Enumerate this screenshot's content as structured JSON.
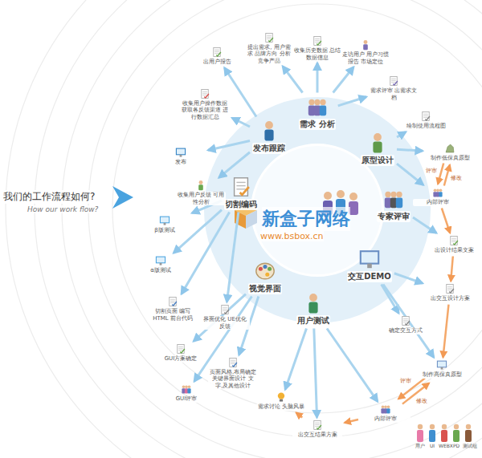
{
  "diagram": {
    "title": "我们的工作流程如何?",
    "nodes": [
      {
        "text": [
          "需求 分析"
        ]
      },
      {
        "text": [
          "原型设计"
        ]
      },
      {
        "text": [
          "专家评审"
        ]
      },
      {
        "text": [
          "交互DEMO"
        ]
      },
      {
        "text": [
          "用户测试"
        ]
      },
      {
        "text": [
          "视觉界面"
        ]
      },
      {
        "text": [
          "切割编码"
        ]
      },
      {
        "text": [
          "发布跟踪"
        ]
      },
      {
        "text": [
          "提出需求, 用户需求 品牌方向 分析竞争产品"
        ]
      },
      {
        "text": [
          "收集历史数据 总结数据信息"
        ]
      },
      {
        "text": [
          "走访用户 用户习惯报告 市场定位"
        ]
      },
      {
        "text": [
          "需求评审 出需求文档"
        ]
      },
      {
        "text": [
          "绘制使用流程图"
        ]
      },
      {
        "text": [
          "制作低保真原型"
        ]
      },
      {
        "text": [
          "内部评审"
        ]
      },
      {
        "text": [
          "出设计结果文案"
        ]
      },
      {
        "text": [
          "确定交互方式"
        ]
      },
      {
        "text": [
          "出交互设计方案"
        ]
      },
      {
        "text": [
          "制作高保真原型"
        ]
      },
      {
        "text": [
          "内部评审"
        ]
      },
      {
        "text": [
          "出交互结果方案"
        ]
      },
      {
        "text": [
          "需求讨论 头脑风暴"
        ]
      },
      {
        "text": [
          "页面风格,布局确定 关键界面设计 文字,及其他设计"
        ]
      },
      {
        "text": [
          "GUI评审"
        ]
      },
      {
        "text": [
          "GUI方案确定"
        ]
      },
      {
        "text": [
          "界面优化 UE优化反馈"
        ]
      },
      {
        "text": [
          "切割页面 编写HTML 前台代码"
        ]
      },
      {
        "text": [
          "α版测试"
        ]
      },
      {
        "text": [
          "β版测试"
        ]
      },
      {
        "text": [
          "收集用户反馈 可用性分析"
        ]
      },
      {
        "text": [
          "发布"
        ]
      },
      {
        "text": [
          "收集用户操作数据 获取各反馈渠道 进行数据汇总"
        ]
      },
      {
        "text": [
          "出用户报告"
        ]
      }
    ],
    "edges": [
      {
        "from": 0,
        "to": 8,
        "arrow": "to"
      },
      {
        "from": 0,
        "to": 9,
        "arrow": "to"
      },
      {
        "from": 0,
        "to": 10,
        "arrow": "to"
      },
      {
        "from": 0,
        "to": 11,
        "arrow": "to"
      },
      {
        "from": 1,
        "to": 12,
        "arrow": "to"
      },
      {
        "from": 1,
        "to": 13,
        "arrow": "to"
      },
      {
        "from": 1,
        "to": 14,
        "arrow": "to"
      },
      {
        "from": 2,
        "to": 15,
        "arrow": "to"
      },
      {
        "from": 3,
        "to": 16,
        "arrow": "to"
      },
      {
        "from": 3,
        "to": 17,
        "arrow": "to"
      },
      {
        "from": 3,
        "to": 18,
        "arrow": "to"
      },
      {
        "from": 4,
        "to": 19,
        "arrow": "to"
      },
      {
        "from": 4,
        "to": 20,
        "arrow": "to"
      },
      {
        "from": 4,
        "to": 21,
        "arrow": "to"
      },
      {
        "from": 5,
        "to": 22,
        "arrow": "to"
      },
      {
        "from": 5,
        "to": 23,
        "arrow": "to"
      },
      {
        "from": 5,
        "to": 24,
        "arrow": "to"
      },
      {
        "from": 6,
        "to": 25,
        "arrow": "to"
      },
      {
        "from": 6,
        "to": 26,
        "arrow": "to"
      },
      {
        "from": 6,
        "to": 27,
        "arrow": "to"
      },
      {
        "from": 6,
        "to": 28,
        "arrow": "to"
      },
      {
        "from": 7,
        "to": 29,
        "arrow": "to"
      },
      {
        "from": 7,
        "to": 30,
        "arrow": "to"
      },
      {
        "from": 7,
        "to": 31,
        "arrow": "to"
      },
      {
        "from": 7,
        "to": 32,
        "arrow": "to"
      },
      {
        "from": 13,
        "to": 14,
        "label": "评审",
        "arrow": "to"
      },
      {
        "from": 14,
        "to": 13,
        "label": "修改",
        "arrow": "to"
      },
      {
        "from": 14,
        "to": 15,
        "arrow": "to"
      },
      {
        "from": 15,
        "to": 17,
        "arrow": "to"
      },
      {
        "from": 17,
        "to": 18,
        "arrow": "to"
      },
      {
        "from": 18,
        "to": 19,
        "label": "评审",
        "arrow": "to"
      },
      {
        "from": 19,
        "to": 18,
        "label": "修改",
        "arrow": "to"
      },
      {
        "from": 19,
        "to": 20,
        "arrow": "to"
      },
      {
        "from": 20,
        "to": 21,
        "arrow": "to"
      }
    ],
    "labels": [
      "How our work flow?",
      "新盒子网络",
      "www.bsbox.cn"
    ],
    "legend": [
      {
        "text": "用户"
      },
      {
        "text": "UI"
      },
      {
        "text": "WEBX"
      },
      {
        "text": "PD"
      },
      {
        "text": "测试组"
      }
    ]
  }
}
